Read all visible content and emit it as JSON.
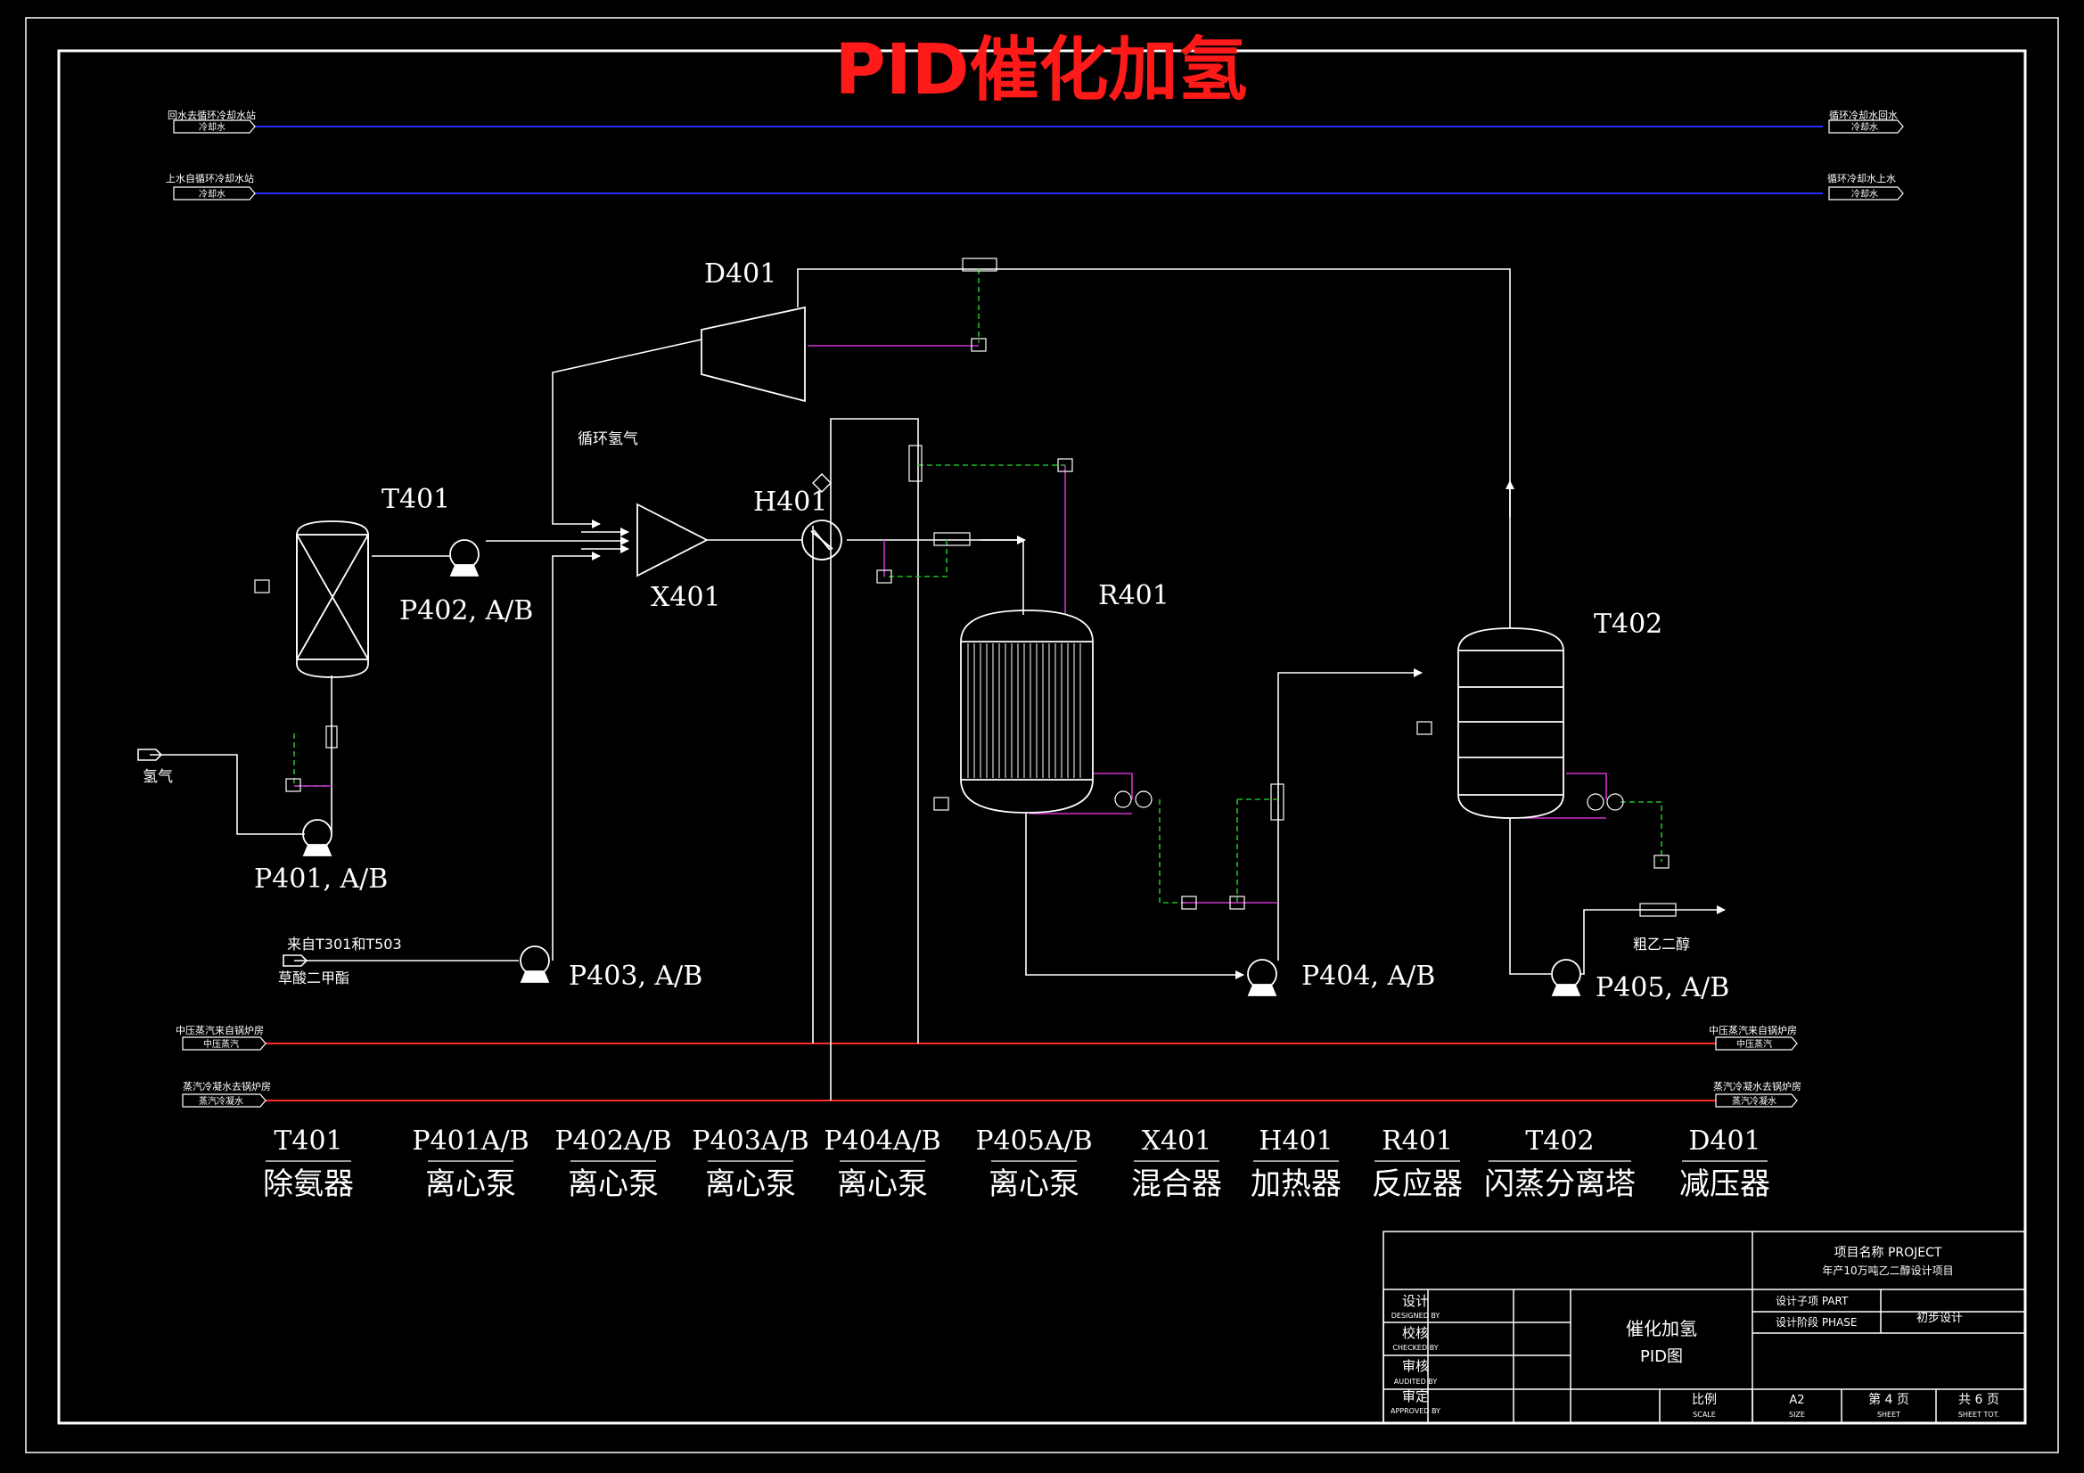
{
  "title": "PID催化加氢",
  "colors": {
    "background": "#000000",
    "line": "#ffffff",
    "title": "#ff1a1a",
    "water": "#2a2aff",
    "steam": "#ff2a2a",
    "signal": "#22bb22",
    "instrument": "#cc33cc"
  },
  "utilities": {
    "cw_return_left_note": "回水去循环冷却水站",
    "cw_return_left_tag": "冷却水",
    "cw_return_right_note": "循环冷却水回水",
    "cw_return_right_tag": "冷却水",
    "cw_supply_left_note": "上水自循环冷却水站",
    "cw_supply_left_tag": "冷却水",
    "cw_supply_right_note": "循环冷却水上水",
    "cw_supply_right_tag": "冷却水",
    "steam_left_note": "中压蒸汽来自锅炉房",
    "steam_left_tag": "中压蒸汽",
    "steam_right_note": "中压蒸汽来自锅炉房",
    "steam_right_tag": "中压蒸汽",
    "cond_left_note": "蒸汽冷凝水去锅炉房",
    "cond_left_tag": "蒸汽冷凝水",
    "cond_right_note": "蒸汽冷凝水去锅炉房",
    "cond_right_tag": "蒸汽冷凝水"
  },
  "equipment_tags": {
    "d401": "D401",
    "t401": "T401",
    "h401": "H401",
    "x401": "X401",
    "r401": "R401",
    "t402": "T402",
    "p401": "P401, A/B",
    "p402": "P402, A/B",
    "p403": "P403, A/B",
    "p404": "P404, A/B",
    "p405": "P405, A/B"
  },
  "stream_labels": {
    "recycle_h2": "循环氢气",
    "hydrogen": "氢气",
    "from_t301": "来自T301和T503",
    "dmo": "草酸二甲酯",
    "crude_eg": "粗乙二醇"
  },
  "legend": [
    {
      "tag": "T401",
      "name": "除氨器"
    },
    {
      "tag": "P401A/B",
      "name": "离心泵"
    },
    {
      "tag": "P402A/B",
      "name": "离心泵"
    },
    {
      "tag": "P403A/B",
      "name": "离心泵"
    },
    {
      "tag": "P404A/B",
      "name": "离心泵"
    },
    {
      "tag": "P405A/B",
      "name": "离心泵"
    },
    {
      "tag": "X401",
      "name": "混合器"
    },
    {
      "tag": "H401",
      "name": "加热器"
    },
    {
      "tag": "R401",
      "name": "反应器"
    },
    {
      "tag": "T402",
      "name": "闪蒸分离塔"
    },
    {
      "tag": "D401",
      "name": "减压器"
    }
  ],
  "title_block": {
    "project_label": "项目名称 PROJECT",
    "project_value": "年产10万吨乙二醇设计项目",
    "designed": "设计",
    "designed_en": "DESIGNED BY",
    "checked": "校核",
    "checked_en": "CHECKED BY",
    "audited": "审核",
    "audited_en": "AUDITED BY",
    "approved": "审定",
    "approved_en": "APPROVED BY",
    "drawing_name": "催化加氢",
    "drawing_type": "PID图",
    "part_label": "设计子项 PART",
    "phase_label": "设计阶段 PHASE",
    "phase_value": "初步设计",
    "scale_label": "比例",
    "scale_en": "SCALE",
    "size_value": "A2",
    "size_en": "SIZE",
    "sheet_value": "第 4 页",
    "sheet_en": "SHEET",
    "total_value": "共 6 页",
    "total_en": "SHEET TOT."
  }
}
